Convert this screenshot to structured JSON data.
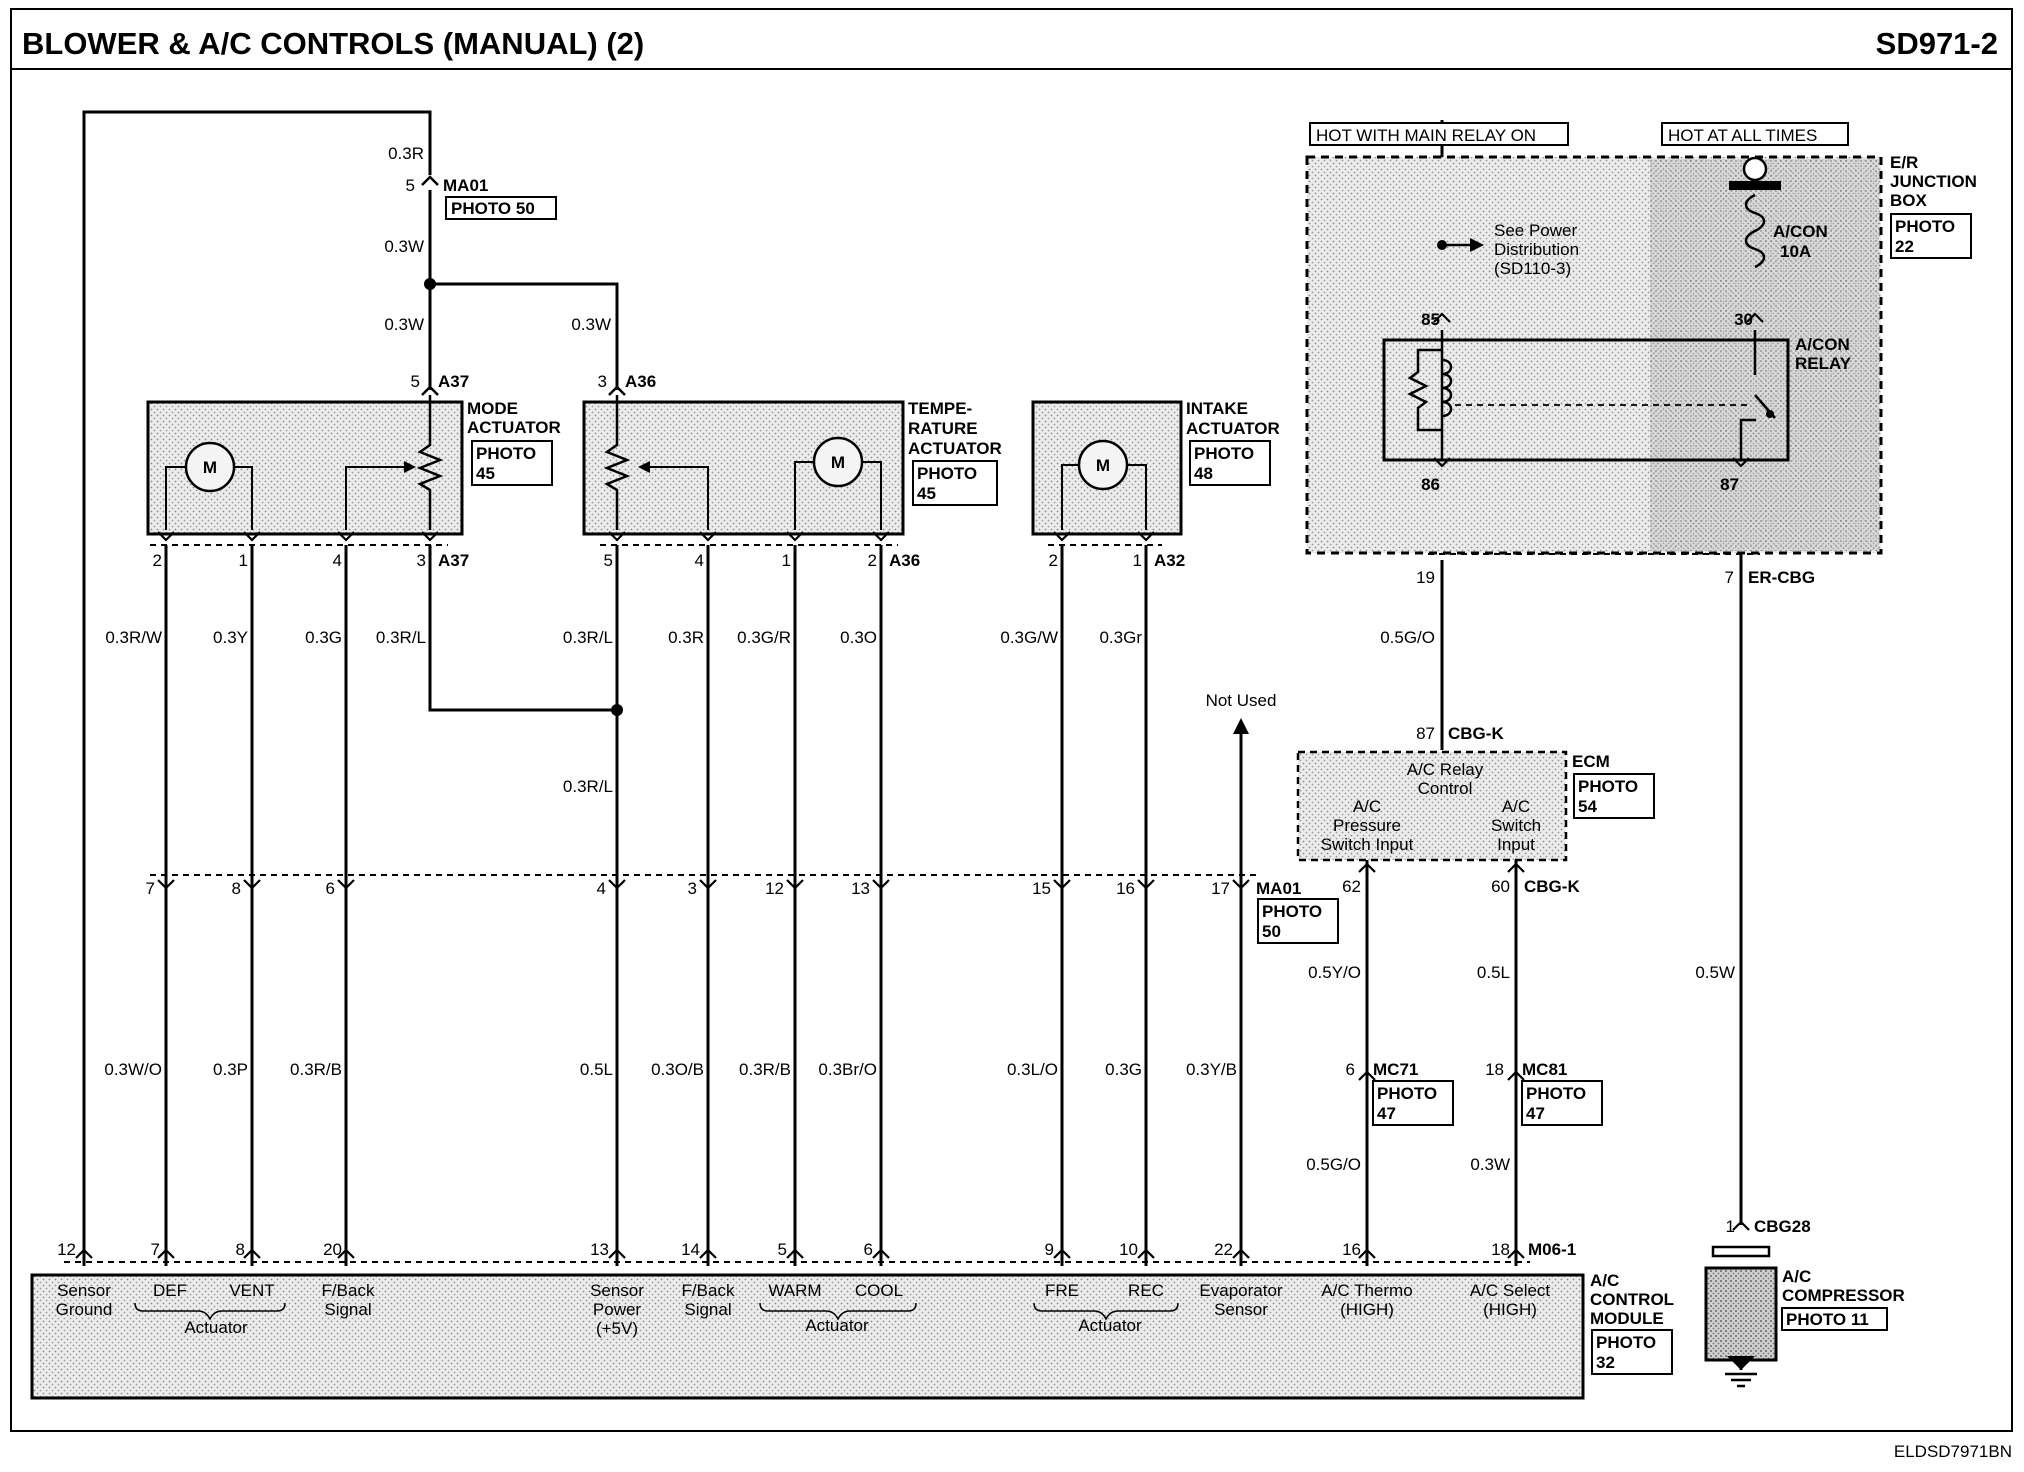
{
  "header": {
    "title": "BLOWER & A/C CONTROLS (MANUAL) (2)",
    "code": "SD971-2"
  },
  "footer": {
    "ref": "ELDSD7971BN"
  },
  "top": {
    "wire_top": "0.3R",
    "ma01_pin": "5",
    "ma01_name": "MA01",
    "ma01_photo": "PHOTO 50",
    "w_03w_a": "0.3W",
    "w_03w_b": "0.3W",
    "w_03w_c": "0.3W"
  },
  "mode_actuator": {
    "name_1": "MODE",
    "name_2": "ACTUATOR",
    "photo_1": "PHOTO",
    "photo_2": "45",
    "conn": "A37",
    "pin_top": "5",
    "pins": [
      "2",
      "1",
      "4",
      "3"
    ],
    "wires": [
      "0.3R/W",
      "0.3Y",
      "0.3G",
      "0.3R/L"
    ]
  },
  "temp_actuator": {
    "name_1": "TEMPE-",
    "name_2": "RATURE",
    "name_3": "ACTUATOR",
    "photo_1": "PHOTO",
    "photo_2": "45",
    "conn": "A36",
    "pin_top": "3",
    "pins": [
      "5",
      "4",
      "1",
      "2"
    ],
    "wires": [
      "0.3R/L",
      "0.3R",
      "0.3G/R",
      "0.3O"
    ],
    "wire_mid": "0.3R/L"
  },
  "intake_actuator": {
    "name_1": "INTAKE",
    "name_2": "ACTUATOR",
    "photo_1": "PHOTO",
    "photo_2": "48",
    "conn": "A32",
    "pins": [
      "2",
      "1"
    ],
    "wires": [
      "0.3G/W",
      "0.3Gr"
    ]
  },
  "motor_letter": "M",
  "not_used": "Not Used",
  "ma01_row": {
    "pins": [
      "7",
      "8",
      "6",
      "4",
      "3",
      "12",
      "13",
      "15",
      "16",
      "17"
    ],
    "name": "MA01",
    "photo_1": "PHOTO",
    "photo_2": "50"
  },
  "lower_wires": [
    "0.3W/O",
    "0.3P",
    "0.3R/B",
    "0.5L",
    "0.3O/B",
    "0.3R/B",
    "0.3Br/O",
    "0.3L/O",
    "0.3G",
    "0.3Y/B"
  ],
  "module": {
    "pins": [
      "12",
      "7",
      "8",
      "20",
      "13",
      "14",
      "5",
      "6",
      "9",
      "10",
      "22",
      "16",
      "18"
    ],
    "conn": "M06-1",
    "name_1": "A/C",
    "name_2": "CONTROL",
    "name_3": "MODULE",
    "photo_1": "PHOTO",
    "photo_2": "32",
    "labels": {
      "sensor_ground_1": "Sensor",
      "sensor_ground_2": "Ground",
      "def": "DEF",
      "vent": "VENT",
      "actuator_a": "Actuator",
      "fback_1": "F/Back",
      "fback_2": "Signal",
      "spower_1": "Sensor",
      "spower_2": "Power",
      "spower_3": "(+5V)",
      "fback2_1": "F/Back",
      "fback2_2": "Signal",
      "warm": "WARM",
      "cool": "COOL",
      "actuator_b": "Actuator",
      "fre": "FRE",
      "rec": "REC",
      "actuator_c": "Actuator",
      "evap_1": "Evaporator",
      "evap_2": "Sensor",
      "thermo_1": "A/C Thermo",
      "thermo_2": "(HIGH)",
      "select_1": "A/C Select",
      "select_2": "(HIGH)"
    }
  },
  "junction": {
    "hot_main": "HOT WITH MAIN RELAY ON",
    "hot_all": "HOT AT ALL TIMES",
    "box_1": "E/R",
    "box_2": "JUNCTION",
    "box_3": "BOX",
    "photo_1": "PHOTO",
    "photo_2": "22",
    "see_1": "See Power",
    "see_2": "Distribution",
    "see_3": "(SD110-3)",
    "fuse_1": "A/CON",
    "fuse_2": "10A",
    "relay_1": "A/CON",
    "relay_2": "RELAY",
    "p85": "85",
    "p30": "30",
    "p86": "86",
    "p87": "87",
    "out_pin_l": "19",
    "out_pin_r": "7",
    "out_conn": "ER-CBG"
  },
  "ecm": {
    "wire_in": "0.5G/O",
    "pin": "87",
    "conn": "CBG-K",
    "name": "ECM",
    "photo_1": "PHOTO",
    "photo_2": "54",
    "relay_ctrl_1": "A/C Relay",
    "relay_ctrl_2": "Control",
    "press_1": "A/C",
    "press_2": "Pressure",
    "press_3": "Switch Input",
    "sw_1": "A/C",
    "sw_2": "Switch",
    "sw_3": "Input",
    "pin62": "62",
    "pin60": "60",
    "conn2": "CBG-K",
    "w_62": "0.5Y/O",
    "w_60": "0.5L",
    "mc71_pin": "6",
    "mc71": "MC71",
    "mc71_photo_1": "PHOTO",
    "mc71_photo_2": "47",
    "mc81_pin": "18",
    "mc81": "MC81",
    "mc81_photo_1": "PHOTO",
    "mc81_photo_2": "47",
    "w_16": "0.5G/O",
    "w_18": "0.3W"
  },
  "compressor": {
    "wire": "0.5W",
    "pin": "1",
    "conn": "CBG28",
    "name_1": "A/C",
    "name_2": "COMPRESSOR",
    "photo": "PHOTO 11"
  }
}
